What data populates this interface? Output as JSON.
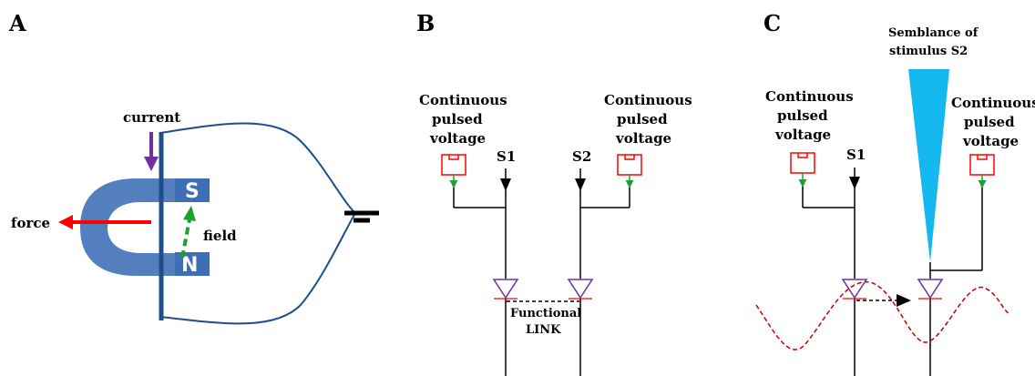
{
  "panels": {
    "a": {
      "letter": "A",
      "current": "current",
      "force": "force",
      "field": "field",
      "pole_s": "S",
      "pole_n": "N"
    },
    "b": {
      "letter": "B",
      "left_source": [
        "Continuous",
        "pulsed",
        "voltage"
      ],
      "right_source": [
        "Continuous",
        "pulsed",
        "voltage"
      ],
      "s1": "S1",
      "s2": "S2",
      "link": [
        "Functional",
        "LINK"
      ]
    },
    "c": {
      "letter": "C",
      "stimulus": [
        "Semblance of",
        "stimulus S2"
      ],
      "left_source": [
        "Continuous",
        "pulsed",
        "voltage"
      ],
      "right_source": [
        "Continuous",
        "pulsed",
        "voltage"
      ],
      "s1": "S1"
    }
  },
  "colors": {
    "wire": "#1f4e8c",
    "magnet": "#4a78bc",
    "current_arrow": "#7030a0",
    "force_arrow": "#ff0000",
    "field_arrow": "#1aa32a",
    "source_box": "#ff0000",
    "source_arrow": "#1aa32a",
    "neuron": "#7030a0",
    "stimulus_cone": "#15b8ee",
    "sine_wave": "#c00000"
  }
}
